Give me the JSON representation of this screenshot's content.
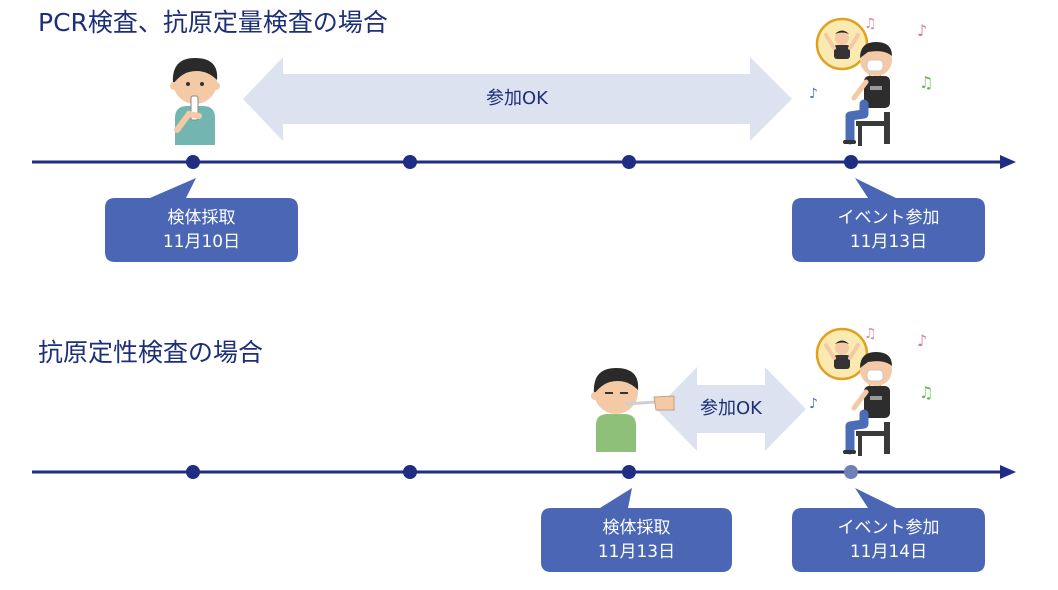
{
  "colors": {
    "heading": "#1c2f78",
    "timeline": "#1f2d82",
    "callout": "#4a66b4",
    "range_arrow": "#dde2f1",
    "node_faded": "#6f7fb8"
  },
  "pcr_section": {
    "heading": "PCR検査、抗原定量検査の場合",
    "range_label": "参加OK",
    "collection": {
      "label": "検体採取",
      "date": "11月10日",
      "icon": "person-saliva-sample-icon"
    },
    "event": {
      "label": "イベント参加",
      "date": "11月13日",
      "icon": "person-at-concert-icon"
    }
  },
  "antigen_section": {
    "heading": "抗原定性検査の場合",
    "range_label": "参加OK",
    "collection": {
      "label": "検体採取",
      "date": "11月13日",
      "icon": "person-nasal-swab-icon"
    },
    "event": {
      "label": "イベント参加",
      "date": "11月14日",
      "icon": "person-at-concert-icon"
    }
  }
}
